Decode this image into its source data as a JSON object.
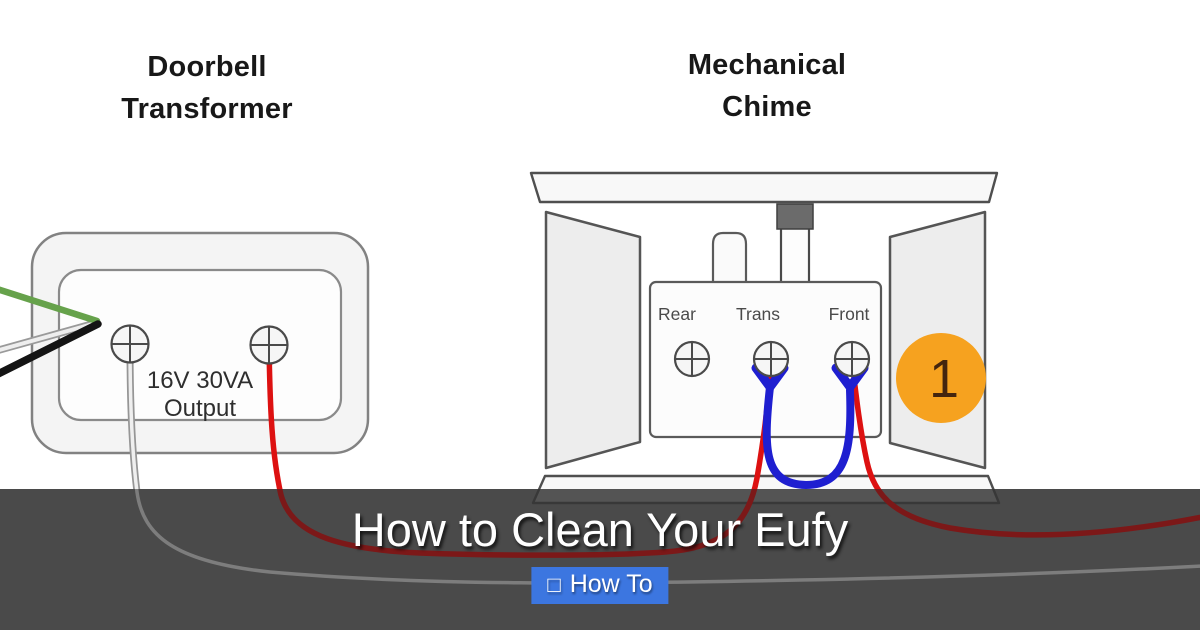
{
  "diagram": {
    "transformer": {
      "heading": "Doorbell Transformer",
      "label_line1": "16V 30VA",
      "label_line2": "Output"
    },
    "chime": {
      "heading": "Mechanical Chime",
      "terminal_labels": [
        "Rear",
        "Trans",
        "Front"
      ],
      "step_badge": "1"
    },
    "colors": {
      "wire_red": "#dd1111",
      "wire_red_dimmed": "#7c1818",
      "wire_blue": "#1f1fd0",
      "wire_green": "#66a24b",
      "wire_black": "#141414",
      "wire_white": "#efefef",
      "step_badge_bg": "#f6a21f",
      "overlay_band": "#4a4a4a",
      "outline_gray": "#4f4f4f"
    }
  },
  "overlay": {
    "title": "How to Clean Your Eufy",
    "badge": {
      "icon": "□",
      "label": "How To",
      "bg": "#3c76e0"
    }
  }
}
